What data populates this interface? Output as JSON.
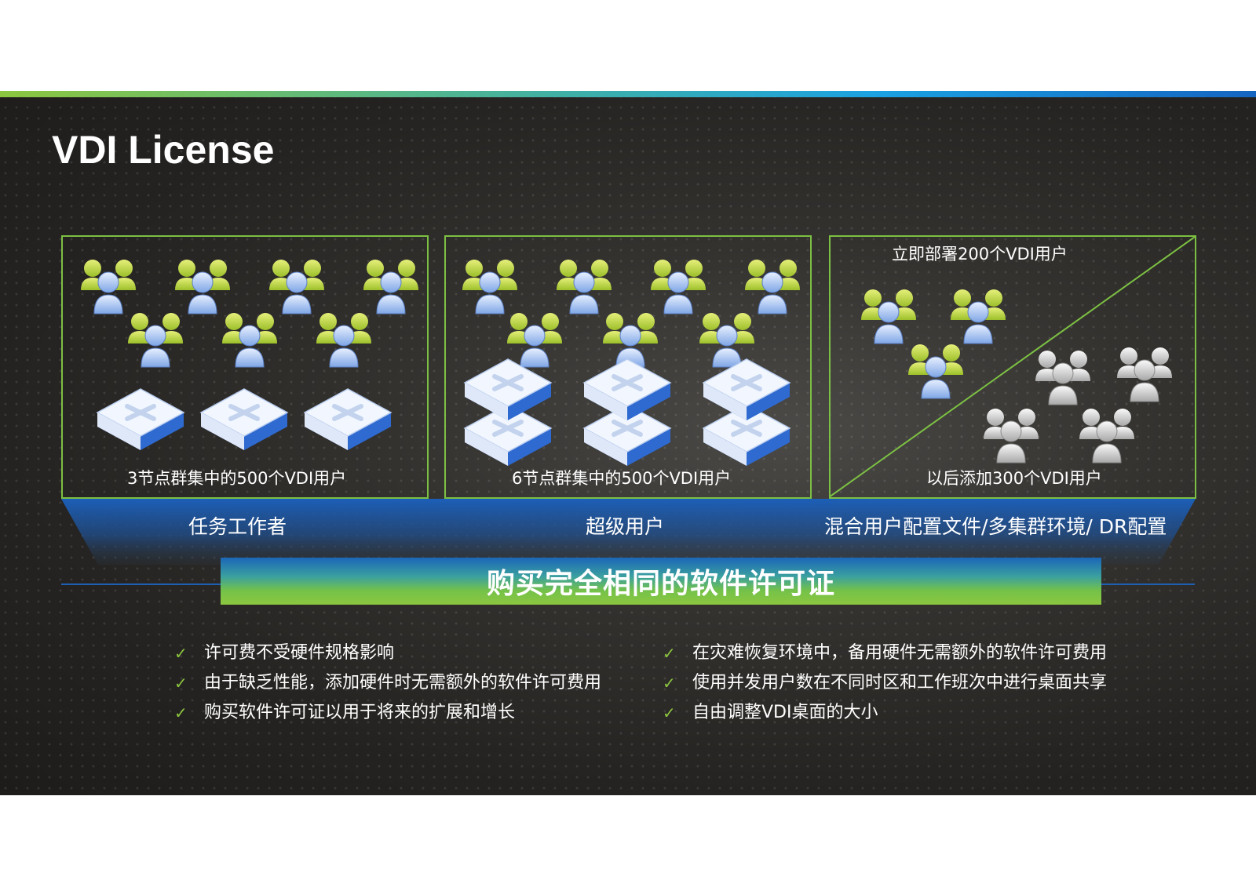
{
  "title": "VDI License",
  "panels": [
    {
      "caption": "3节点群集中的500个VDI用户",
      "band_label": "任务工作者"
    },
    {
      "caption": "6节点群集中的500个VDI用户",
      "band_label": "超级用户"
    },
    {
      "top_caption": "立即部署200个VDI用户",
      "caption": "以后添加300个VDI用户",
      "band_label": "混合用户配置文件/多集群环境/ DR配置"
    }
  ],
  "banner": "购买完全相同的软件许可证",
  "bullets_left": [
    "许可费不受硬件规格影响",
    "由于缺乏性能，添加硬件时无需额外的软件许可费用",
    "购买软件许可证以用于将来的扩展和增长"
  ],
  "bullets_right": [
    "在灾难恢复环境中，备用硬件无需额外的软件许可费用",
    "使用并发用户数在不同时区和工作班次中进行桌面共享",
    "自由调整VDI桌面的大小"
  ],
  "icons": {
    "user_group": "users-icon",
    "server": "server-node-icon",
    "check": "checkmark-icon"
  },
  "colors": {
    "green": "#8cc63f",
    "blue": "#1565c0",
    "panel_border": "#7cc043",
    "user_green": "#c6dc4e",
    "user_gray": "#d4d4d4"
  }
}
